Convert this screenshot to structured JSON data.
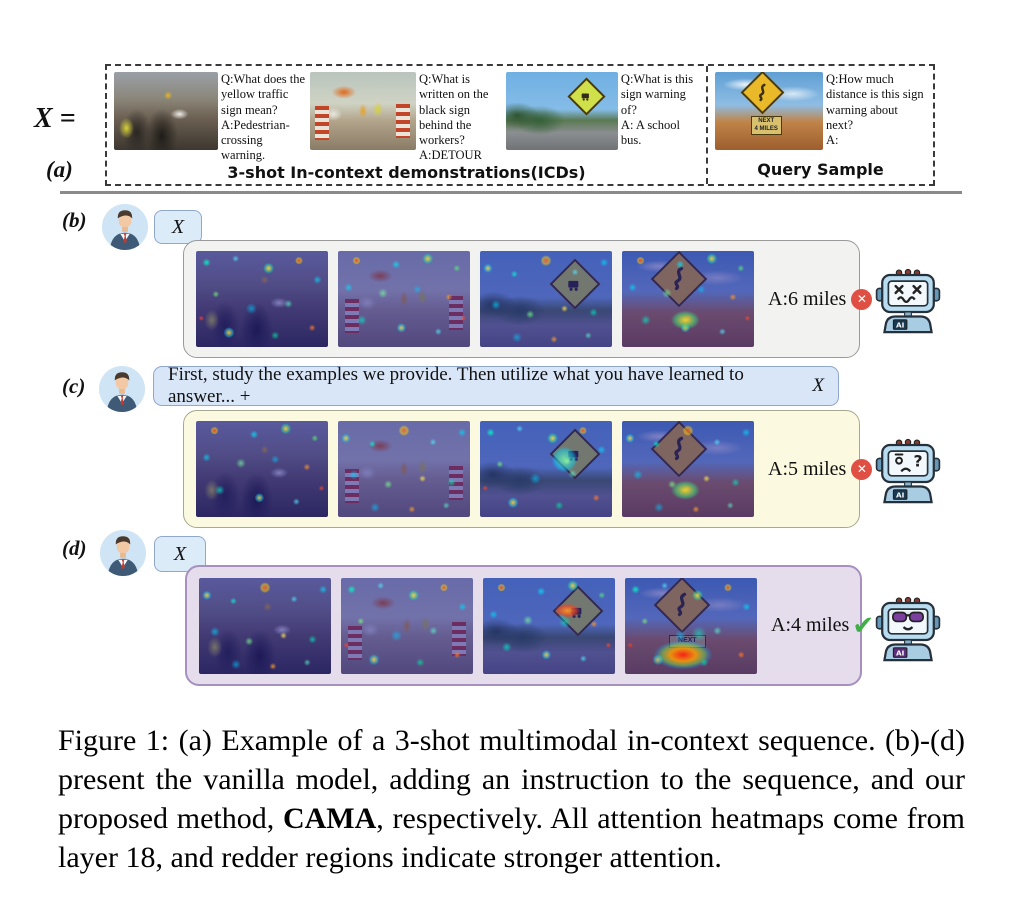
{
  "x_equals": "X =",
  "panel_a": {
    "label": "(a)",
    "examples": [
      {
        "q": "Q:What does the yellow traffic sign mean?",
        "a": "A:Pedestrian-crossing warning."
      },
      {
        "q": "Q:What is written on the black sign behind the workers?",
        "a": "A:DETOUR"
      },
      {
        "q": "Q:What is this sign warning of?",
        "a": "A: A school bus."
      }
    ],
    "query": {
      "q": "Q:How much distance is this sign warning about next?",
      "a": "A:"
    },
    "icds_caption": "3-shot In-context demonstrations(ICDs)",
    "query_caption": "Query Sample",
    "query_sign": {
      "line1": "NEXT",
      "line2": "4 MILES"
    }
  },
  "panels": [
    {
      "label": "(b)",
      "prompt": "X",
      "answer": "A:6 miles",
      "result": "wrong"
    },
    {
      "label": "(c)",
      "prompt_prefix": "First, study the examples we provide. Then utilize what you have learned to answer... + ",
      "prompt_x": "X",
      "answer": "A:5 miles",
      "result": "wrong"
    },
    {
      "label": "(d)",
      "prompt": "X",
      "answer": "A:4 miles",
      "result": "correct"
    }
  ],
  "robot_badge": "AI",
  "icons": {
    "wrong": "✕",
    "correct": "✔"
  },
  "caption": {
    "before": "Figure 1: (a) Example of a 3-shot multimodal in-context sequence. (b)-(d) present the vanilla model, adding an instruction to the sequence, and our proposed method, ",
    "bold": "CAMA",
    "after": ", respectively. All attention heatmaps come from layer 18, and redder regions indicate stronger attention."
  },
  "colors": {
    "wrong_badge": "#e04f44",
    "correct_check": "#3faf46",
    "chip_bg": "#dcebf8",
    "panel_b_bg": "#f2f2f0",
    "panel_c_bg": "#fbf9e0",
    "panel_d_bg": "#e5ddec"
  }
}
